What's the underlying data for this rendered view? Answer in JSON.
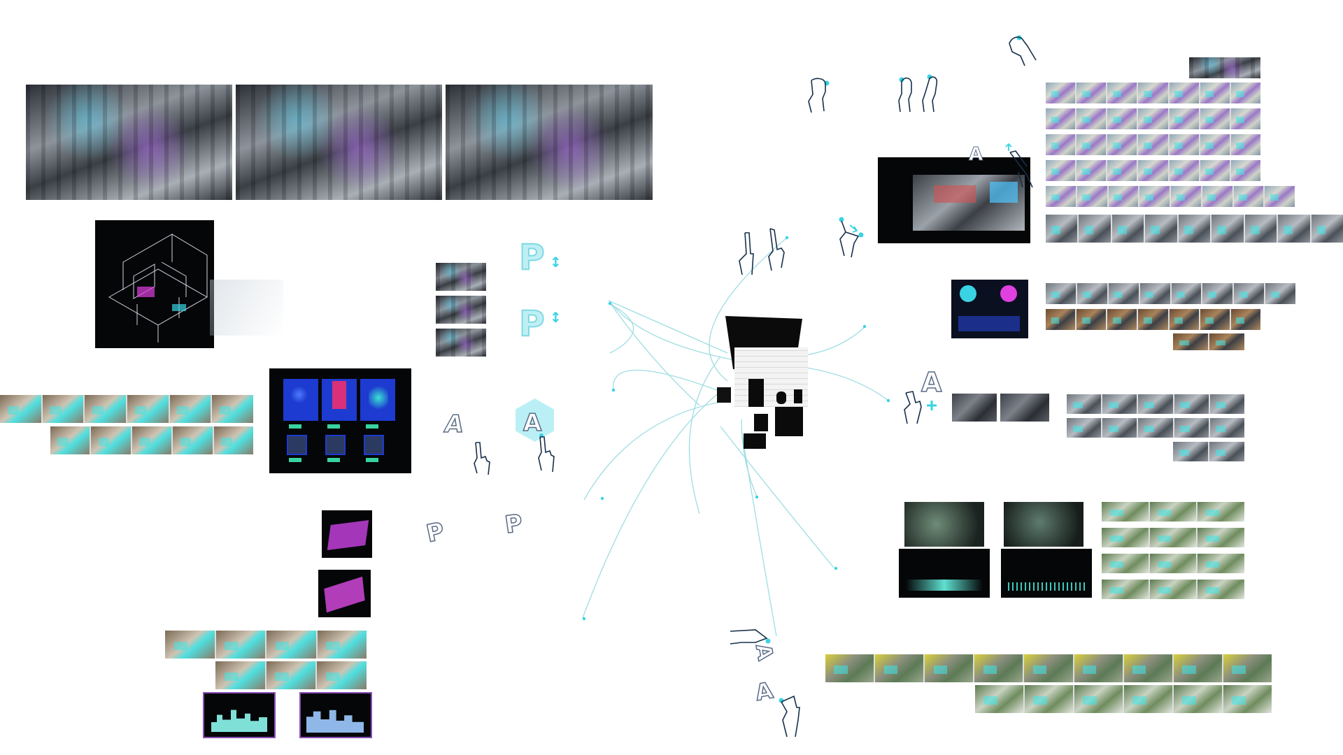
{
  "letters": {
    "p1": "P",
    "p2": "P",
    "a1": "A",
    "a2": "A",
    "p3": "P",
    "p4": "P",
    "a_top": "A",
    "a_right": "A",
    "a_bottom": "A",
    "x_bottom": "A"
  },
  "arrows": {
    "vertical": "↕"
  },
  "colors": {
    "background": "#ffffff",
    "connector": "#7fd6dc",
    "accent_cyan": "#39d3e3",
    "accent_magenta": "#e040e0",
    "hand_outline": "#17304a",
    "panel_dark": "#050608"
  },
  "icons": {
    "hand_gesture": "hand-outline-icon",
    "touch_point": "cyan-dot-icon"
  }
}
